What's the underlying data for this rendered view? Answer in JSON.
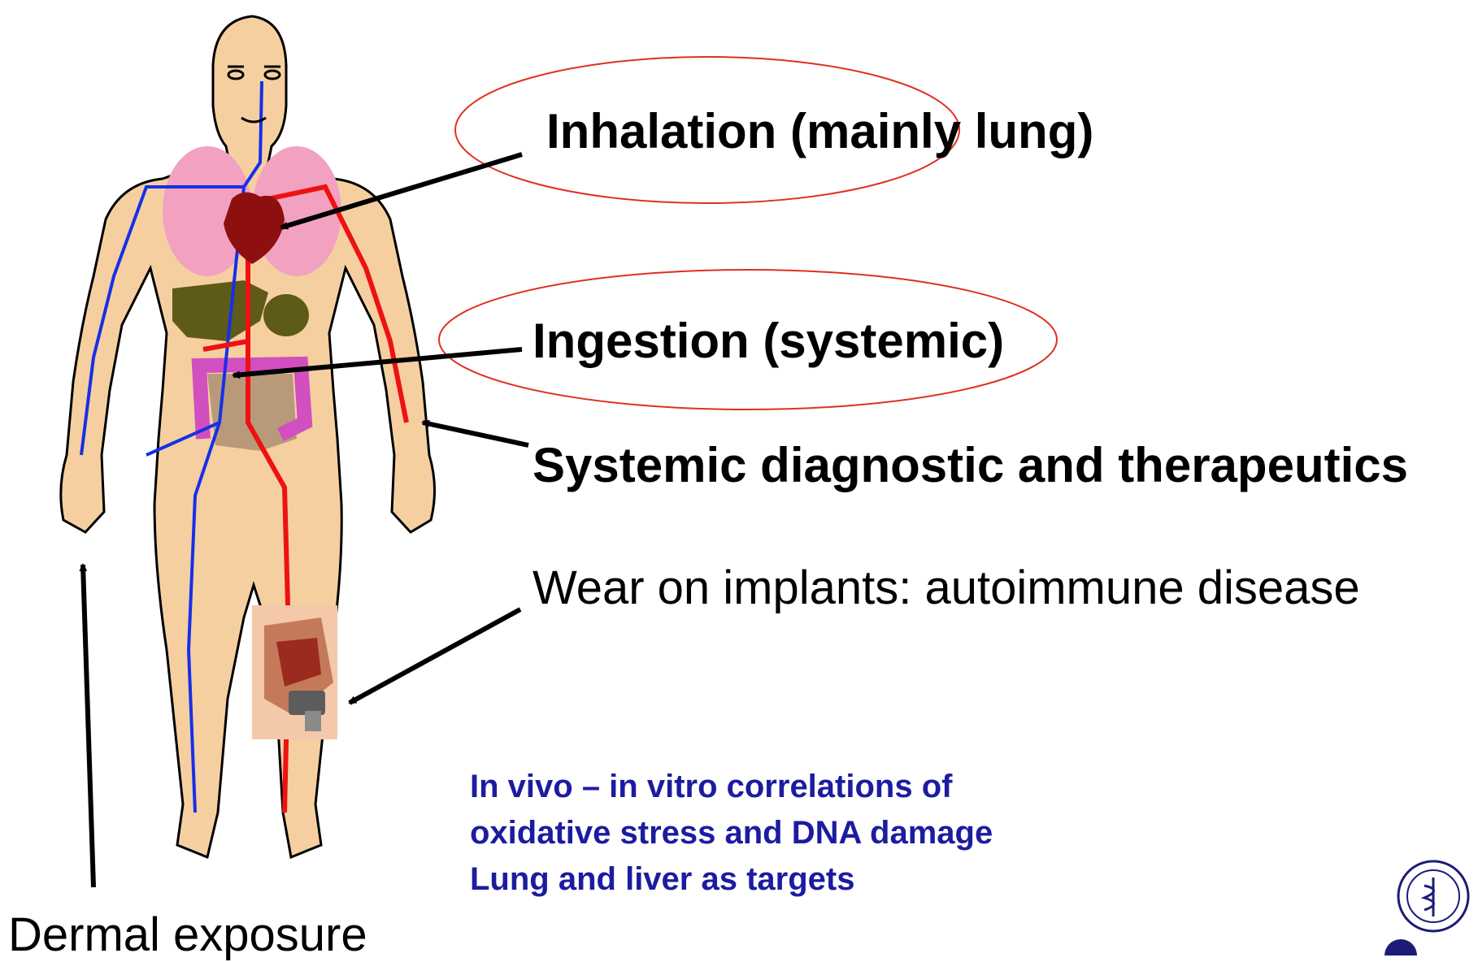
{
  "labels": {
    "inhalation": "Inhalation (mainly lung)",
    "ingestion": "Ingestion (systemic)",
    "systemic": "Systemic diagnostic and therapeutics",
    "implants": "Wear on implants: autoimmune disease",
    "dermal": "Dermal exposure"
  },
  "notes": [
    "In vivo – in vitro correlations of",
    "oxidative stress and DNA damage",
    "Lung and liver as targets"
  ],
  "colors": {
    "ellipse_stroke": "#e03020",
    "note_text": "#1c1ca0",
    "skin": "#f6cfa1",
    "artery": "#ee1111",
    "vein": "#1530e8",
    "lung": "#f2a2c0",
    "heart": "#8e0f0f",
    "liver": "#5e5a17",
    "intestine": "#d24fc0",
    "seal": "#1c1c78"
  },
  "icons": {
    "figure": "human-anatomy-figure",
    "implant": "knee-implant-photo",
    "seal": "university-seal"
  }
}
